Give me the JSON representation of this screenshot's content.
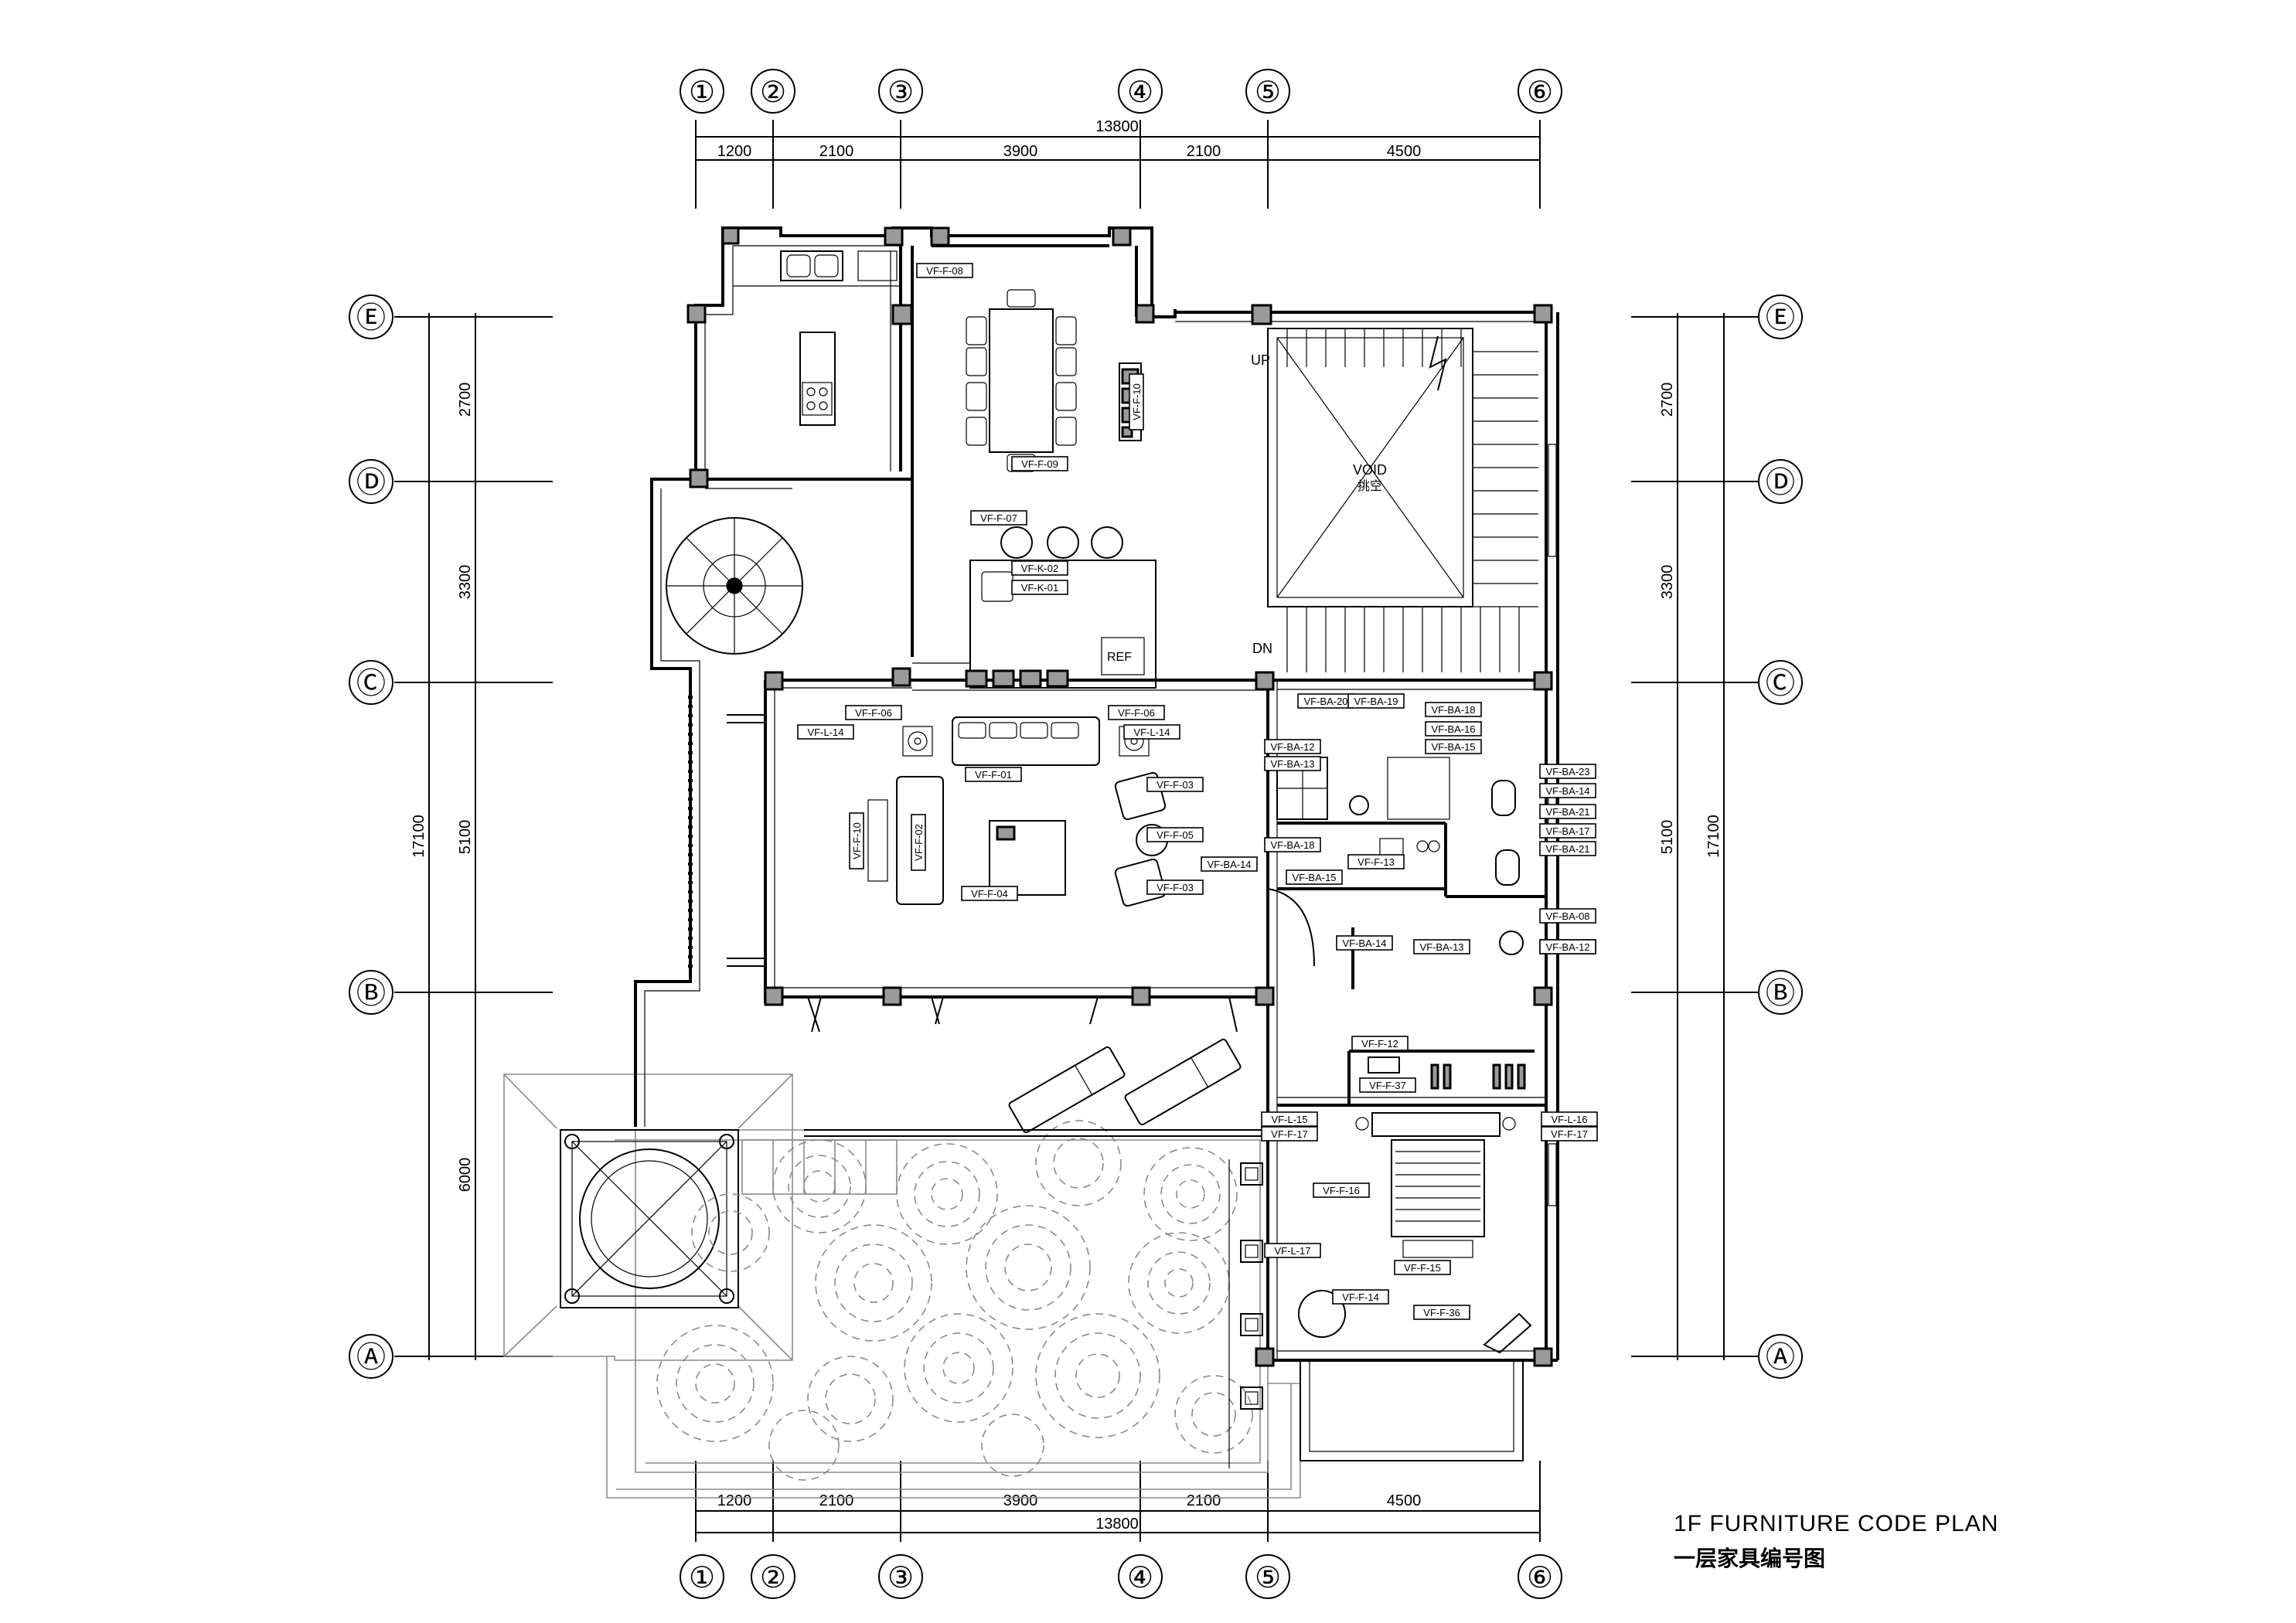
{
  "grid": {
    "columns": [
      {
        "label": "①"
      },
      {
        "label": "②"
      },
      {
        "label": "③"
      },
      {
        "label": "④"
      },
      {
        "label": "⑤"
      },
      {
        "label": "⑥"
      }
    ],
    "rows": [
      {
        "label": "Ⓐ"
      },
      {
        "label": "Ⓑ"
      },
      {
        "label": "Ⓒ"
      },
      {
        "label": "Ⓓ"
      },
      {
        "label": "Ⓔ"
      }
    ]
  },
  "dimensions": {
    "top_total": "13800",
    "top_segments": [
      "1200",
      "2100",
      "3900",
      "2100",
      "4500"
    ],
    "bottom_total": "13800",
    "bottom_segments": [
      "1200",
      "2100",
      "3900",
      "2100",
      "4500"
    ],
    "left_total": "17100",
    "left_segments": [
      "2700",
      "3300",
      "5100",
      "6000"
    ],
    "right_total": "17100",
    "right_segments": [
      "2700",
      "3300",
      "5100"
    ]
  },
  "stair_labels": {
    "up": "UP",
    "down": "DN"
  },
  "void_label": "VOID",
  "void_label_cn": "挑空",
  "fridge_label": "REF",
  "tags": [
    {
      "text": "VF-F-08"
    },
    {
      "text": "VF-F-09"
    },
    {
      "text": "VF-F-10"
    },
    {
      "text": "VF-F-07"
    },
    {
      "text": "VF-K-02"
    },
    {
      "text": "VF-K-01"
    },
    {
      "text": "VF-F-06"
    },
    {
      "text": "VF-L-14"
    },
    {
      "text": "VF-F-01"
    },
    {
      "text": "VF-F-06"
    },
    {
      "text": "VF-L-14"
    },
    {
      "text": "VF-F-03"
    },
    {
      "text": "VF-F-10"
    },
    {
      "text": "VF-F-02"
    },
    {
      "text": "VF-F-05"
    },
    {
      "text": "VF-F-04"
    },
    {
      "text": "VF-F-03"
    },
    {
      "text": "VF-BA-20"
    },
    {
      "text": "VF-BA-19"
    },
    {
      "text": "VF-BA-18"
    },
    {
      "text": "VF-BA-16"
    },
    {
      "text": "VF-BA-15"
    },
    {
      "text": "VF-BA-12"
    },
    {
      "text": "VF-BA-13"
    },
    {
      "text": "VF-BA-23"
    },
    {
      "text": "VF-BA-14"
    },
    {
      "text": "VF-BA-21"
    },
    {
      "text": "VF-BA-17"
    },
    {
      "text": "VF-BA-21"
    },
    {
      "text": "VF-BA-18"
    },
    {
      "text": "VF-F-13"
    },
    {
      "text": "VF-BA-14"
    },
    {
      "text": "VF-BA-15"
    },
    {
      "text": "VF-BA-14"
    },
    {
      "text": "VF-BA-08"
    },
    {
      "text": "VF-BA-14"
    },
    {
      "text": "VF-BA-13"
    },
    {
      "text": "VF-BA-12"
    },
    {
      "text": "VF-F-12"
    },
    {
      "text": "VF-F-37"
    },
    {
      "text": "VF-L-15"
    },
    {
      "text": "VF-F-17"
    },
    {
      "text": "VF-L-16"
    },
    {
      "text": "VF-F-17"
    },
    {
      "text": "VF-F-16"
    },
    {
      "text": "VF-F-15"
    },
    {
      "text": "VF-L-17"
    },
    {
      "text": "VF-F-14"
    },
    {
      "text": "VF-F-36"
    }
  ],
  "caption": {
    "en": "1F FURNITURE CODE PLAN",
    "cn": "一层家具编号图"
  }
}
